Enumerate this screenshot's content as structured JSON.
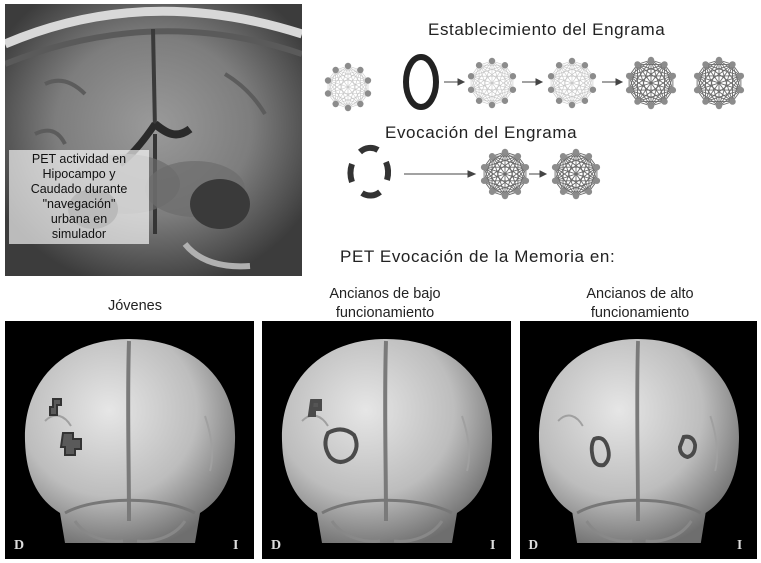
{
  "diagram": {
    "mri_caption": [
      "PET actividad en",
      "Hipocampo y",
      "Caudado durante",
      "\"navegación\"",
      "urbana en",
      "simulador"
    ],
    "heading_establecimiento": "Establecimiento del Engrama",
    "heading_evocacion": "Evocación del Engrama",
    "heading_pet": "PET Evocación de la Memoria en:",
    "groups": [
      {
        "label_lines": [
          "Jóvenes"
        ],
        "left_mark": "D",
        "right_mark": "I"
      },
      {
        "label_lines": [
          "Ancianos de bajo",
          "funcionamiento"
        ],
        "left_mark": "D",
        "right_mark": "I"
      },
      {
        "label_lines": [
          "Ancianos de alto",
          "funcionamiento"
        ],
        "left_mark": "D",
        "right_mark": "I"
      }
    ]
  },
  "colors": {
    "node": "#8c8c8c",
    "network_line_light": "#c4c4c4",
    "network_line_dark": "#6a6a6a",
    "ring": "#222222",
    "brain_bg": "#000000"
  }
}
